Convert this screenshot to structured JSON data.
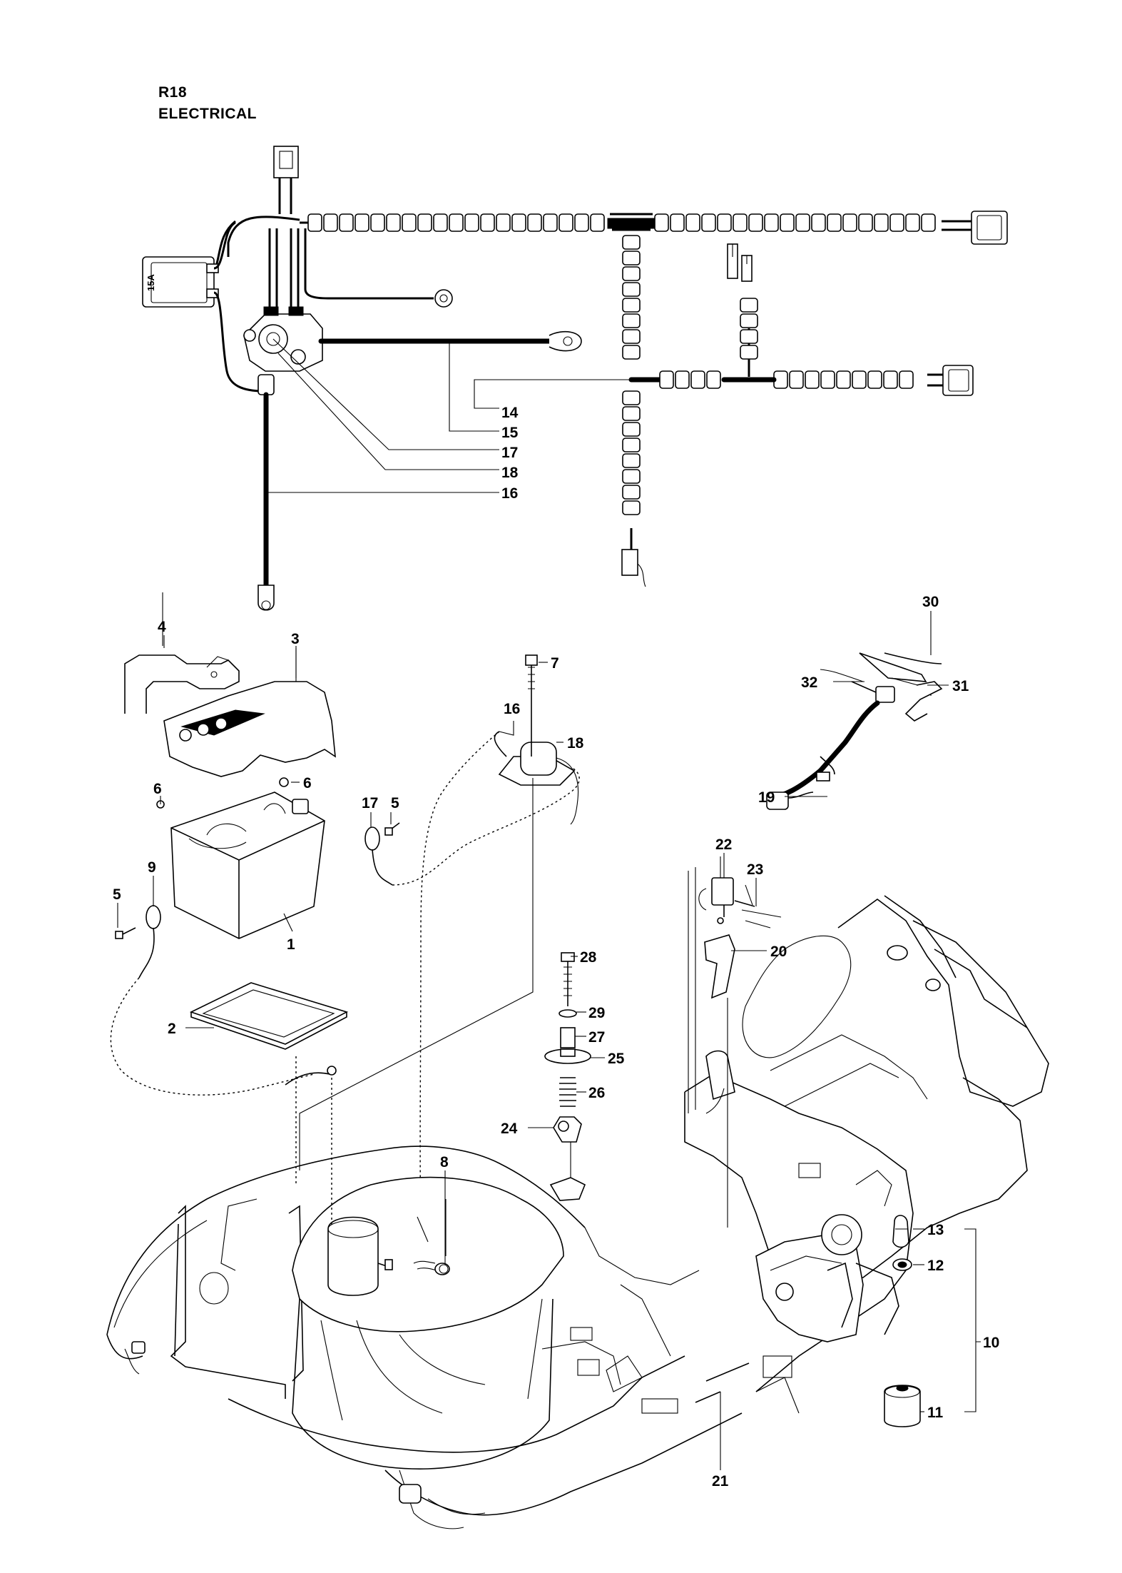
{
  "header": {
    "code": "R18",
    "title": "ELECTRICAL"
  },
  "relay_label": "15A",
  "callouts": [
    {
      "id": "c14",
      "text": "14"
    },
    {
      "id": "c15",
      "text": "15"
    },
    {
      "id": "c17a",
      "text": "17"
    },
    {
      "id": "c18a",
      "text": "18"
    },
    {
      "id": "c16a",
      "text": "16"
    },
    {
      "id": "c4",
      "text": "4"
    },
    {
      "id": "c3",
      "text": "3"
    },
    {
      "id": "c7",
      "text": "7"
    },
    {
      "id": "c16b",
      "text": "16"
    },
    {
      "id": "c18b",
      "text": "18"
    },
    {
      "id": "c5a",
      "text": "5"
    },
    {
      "id": "c17b",
      "text": "17"
    },
    {
      "id": "c6a",
      "text": "6"
    },
    {
      "id": "c6b",
      "text": "6"
    },
    {
      "id": "c9",
      "text": "9"
    },
    {
      "id": "c5b",
      "text": "5"
    },
    {
      "id": "c1",
      "text": "1"
    },
    {
      "id": "c2",
      "text": "2"
    },
    {
      "id": "c30",
      "text": "30"
    },
    {
      "id": "c32",
      "text": "32"
    },
    {
      "id": "c31",
      "text": "31"
    },
    {
      "id": "c19",
      "text": "19"
    },
    {
      "id": "c22",
      "text": "22"
    },
    {
      "id": "c23",
      "text": "23"
    },
    {
      "id": "c20",
      "text": "20"
    },
    {
      "id": "c28",
      "text": "28"
    },
    {
      "id": "c29",
      "text": "29"
    },
    {
      "id": "c27",
      "text": "27"
    },
    {
      "id": "c25",
      "text": "25"
    },
    {
      "id": "c26",
      "text": "26"
    },
    {
      "id": "c24",
      "text": "24"
    },
    {
      "id": "c8",
      "text": "8"
    },
    {
      "id": "c13",
      "text": "13"
    },
    {
      "id": "c12",
      "text": "12"
    },
    {
      "id": "c10",
      "text": "10"
    },
    {
      "id": "c11",
      "text": "11"
    },
    {
      "id": "c21",
      "text": "21"
    }
  ]
}
